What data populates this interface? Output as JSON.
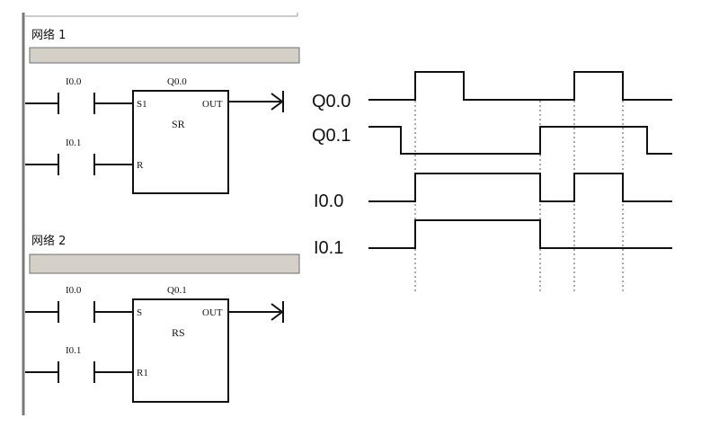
{
  "networks": [
    {
      "title": "网络 1",
      "contact_top": "I0.0",
      "contact_bottom": "I0.1",
      "block_output": "Q0.0",
      "pin_top": "S1",
      "pin_bottom": "R",
      "pin_out": "OUT",
      "block_type": "SR"
    },
    {
      "title": "网络 2",
      "contact_top": "I0.0",
      "contact_bottom": "I0.1",
      "block_output": "Q0.1",
      "pin_top": "S",
      "pin_bottom": "R1",
      "pin_out": "OUT",
      "block_type": "RS"
    }
  ],
  "timing": {
    "signals": [
      {
        "label": "Q0.0"
      },
      {
        "label": "Q0.1"
      },
      {
        "label": "I0.0"
      },
      {
        "label": "I0.1"
      }
    ]
  },
  "colors": {
    "line": "#111111",
    "comment_bar": "#d4d0c8",
    "frame": "#9a9a9a"
  }
}
